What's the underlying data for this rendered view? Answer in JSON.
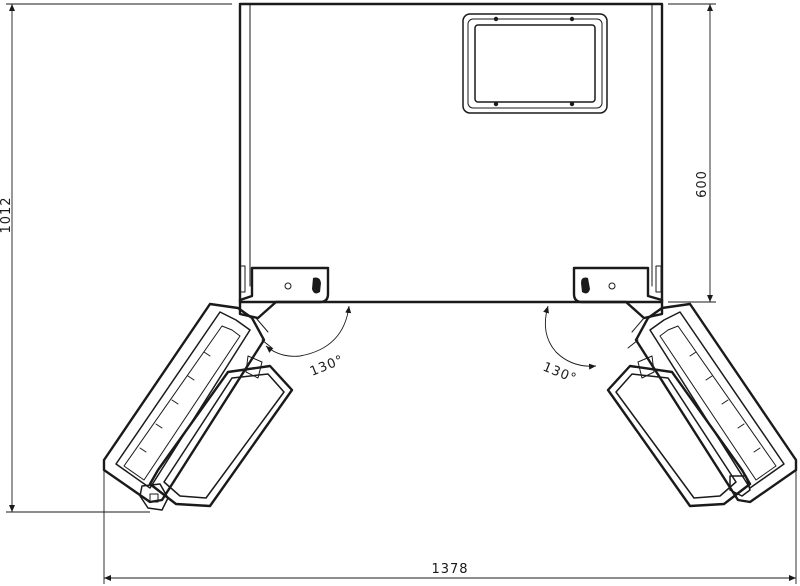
{
  "dimensions": {
    "overall_depth": "1012",
    "cabinet_depth": "600",
    "overall_width": "1378"
  },
  "angles": {
    "left_door": "130°",
    "right_door": "130°"
  }
}
